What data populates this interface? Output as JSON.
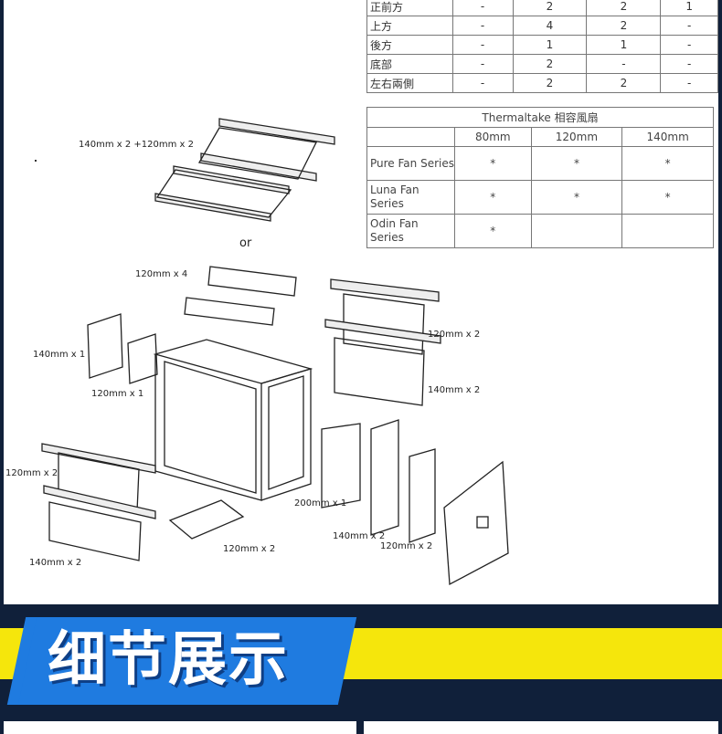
{
  "fan_positions": {
    "rows": [
      {
        "label": "正前方",
        "values": [
          "-",
          "2",
          "2",
          "1"
        ]
      },
      {
        "label": "上方",
        "values": [
          "-",
          "4",
          "2",
          "-"
        ]
      },
      {
        "label": "後方",
        "values": [
          "-",
          "1",
          "1",
          "-"
        ]
      },
      {
        "label": "底部",
        "values": [
          "-",
          "2",
          "-",
          "-"
        ]
      },
      {
        "label": "左右兩側",
        "values": [
          "-",
          "2",
          "2",
          "-"
        ]
      }
    ]
  },
  "compat": {
    "title": "Thermaltake 相容風扇",
    "headers": [
      "80mm",
      "120mm",
      "140mm"
    ],
    "rows": [
      {
        "name": "Pure Fan Series",
        "values": [
          "*",
          "*",
          "*"
        ]
      },
      {
        "name": "Luna Fan Series",
        "values": [
          "*",
          "*",
          "*"
        ]
      },
      {
        "name": "Odin Fan Series",
        "values": [
          "*",
          "",
          ""
        ]
      }
    ]
  },
  "diagram": {
    "top_option_label": "140mm x 2 +120mm x 2",
    "or_label": "or",
    "labels": {
      "top4": "120mm x 4",
      "left140": "140mm x 1",
      "left120": "120mm x 1",
      "right120": "120mm x 2",
      "right140": "140mm x 2",
      "bl120": "120mm x 2",
      "bl140": "140mm x 2",
      "bottom120": "120mm x 2",
      "front200": "200mm x 1",
      "front140": "140mm x 2",
      "front120": "120mm x 2"
    }
  },
  "banner": {
    "title": "细节展示",
    "colors": {
      "yellow": "#f5e60c",
      "blue": "#1f7be0",
      "navy": "#10203a"
    }
  }
}
